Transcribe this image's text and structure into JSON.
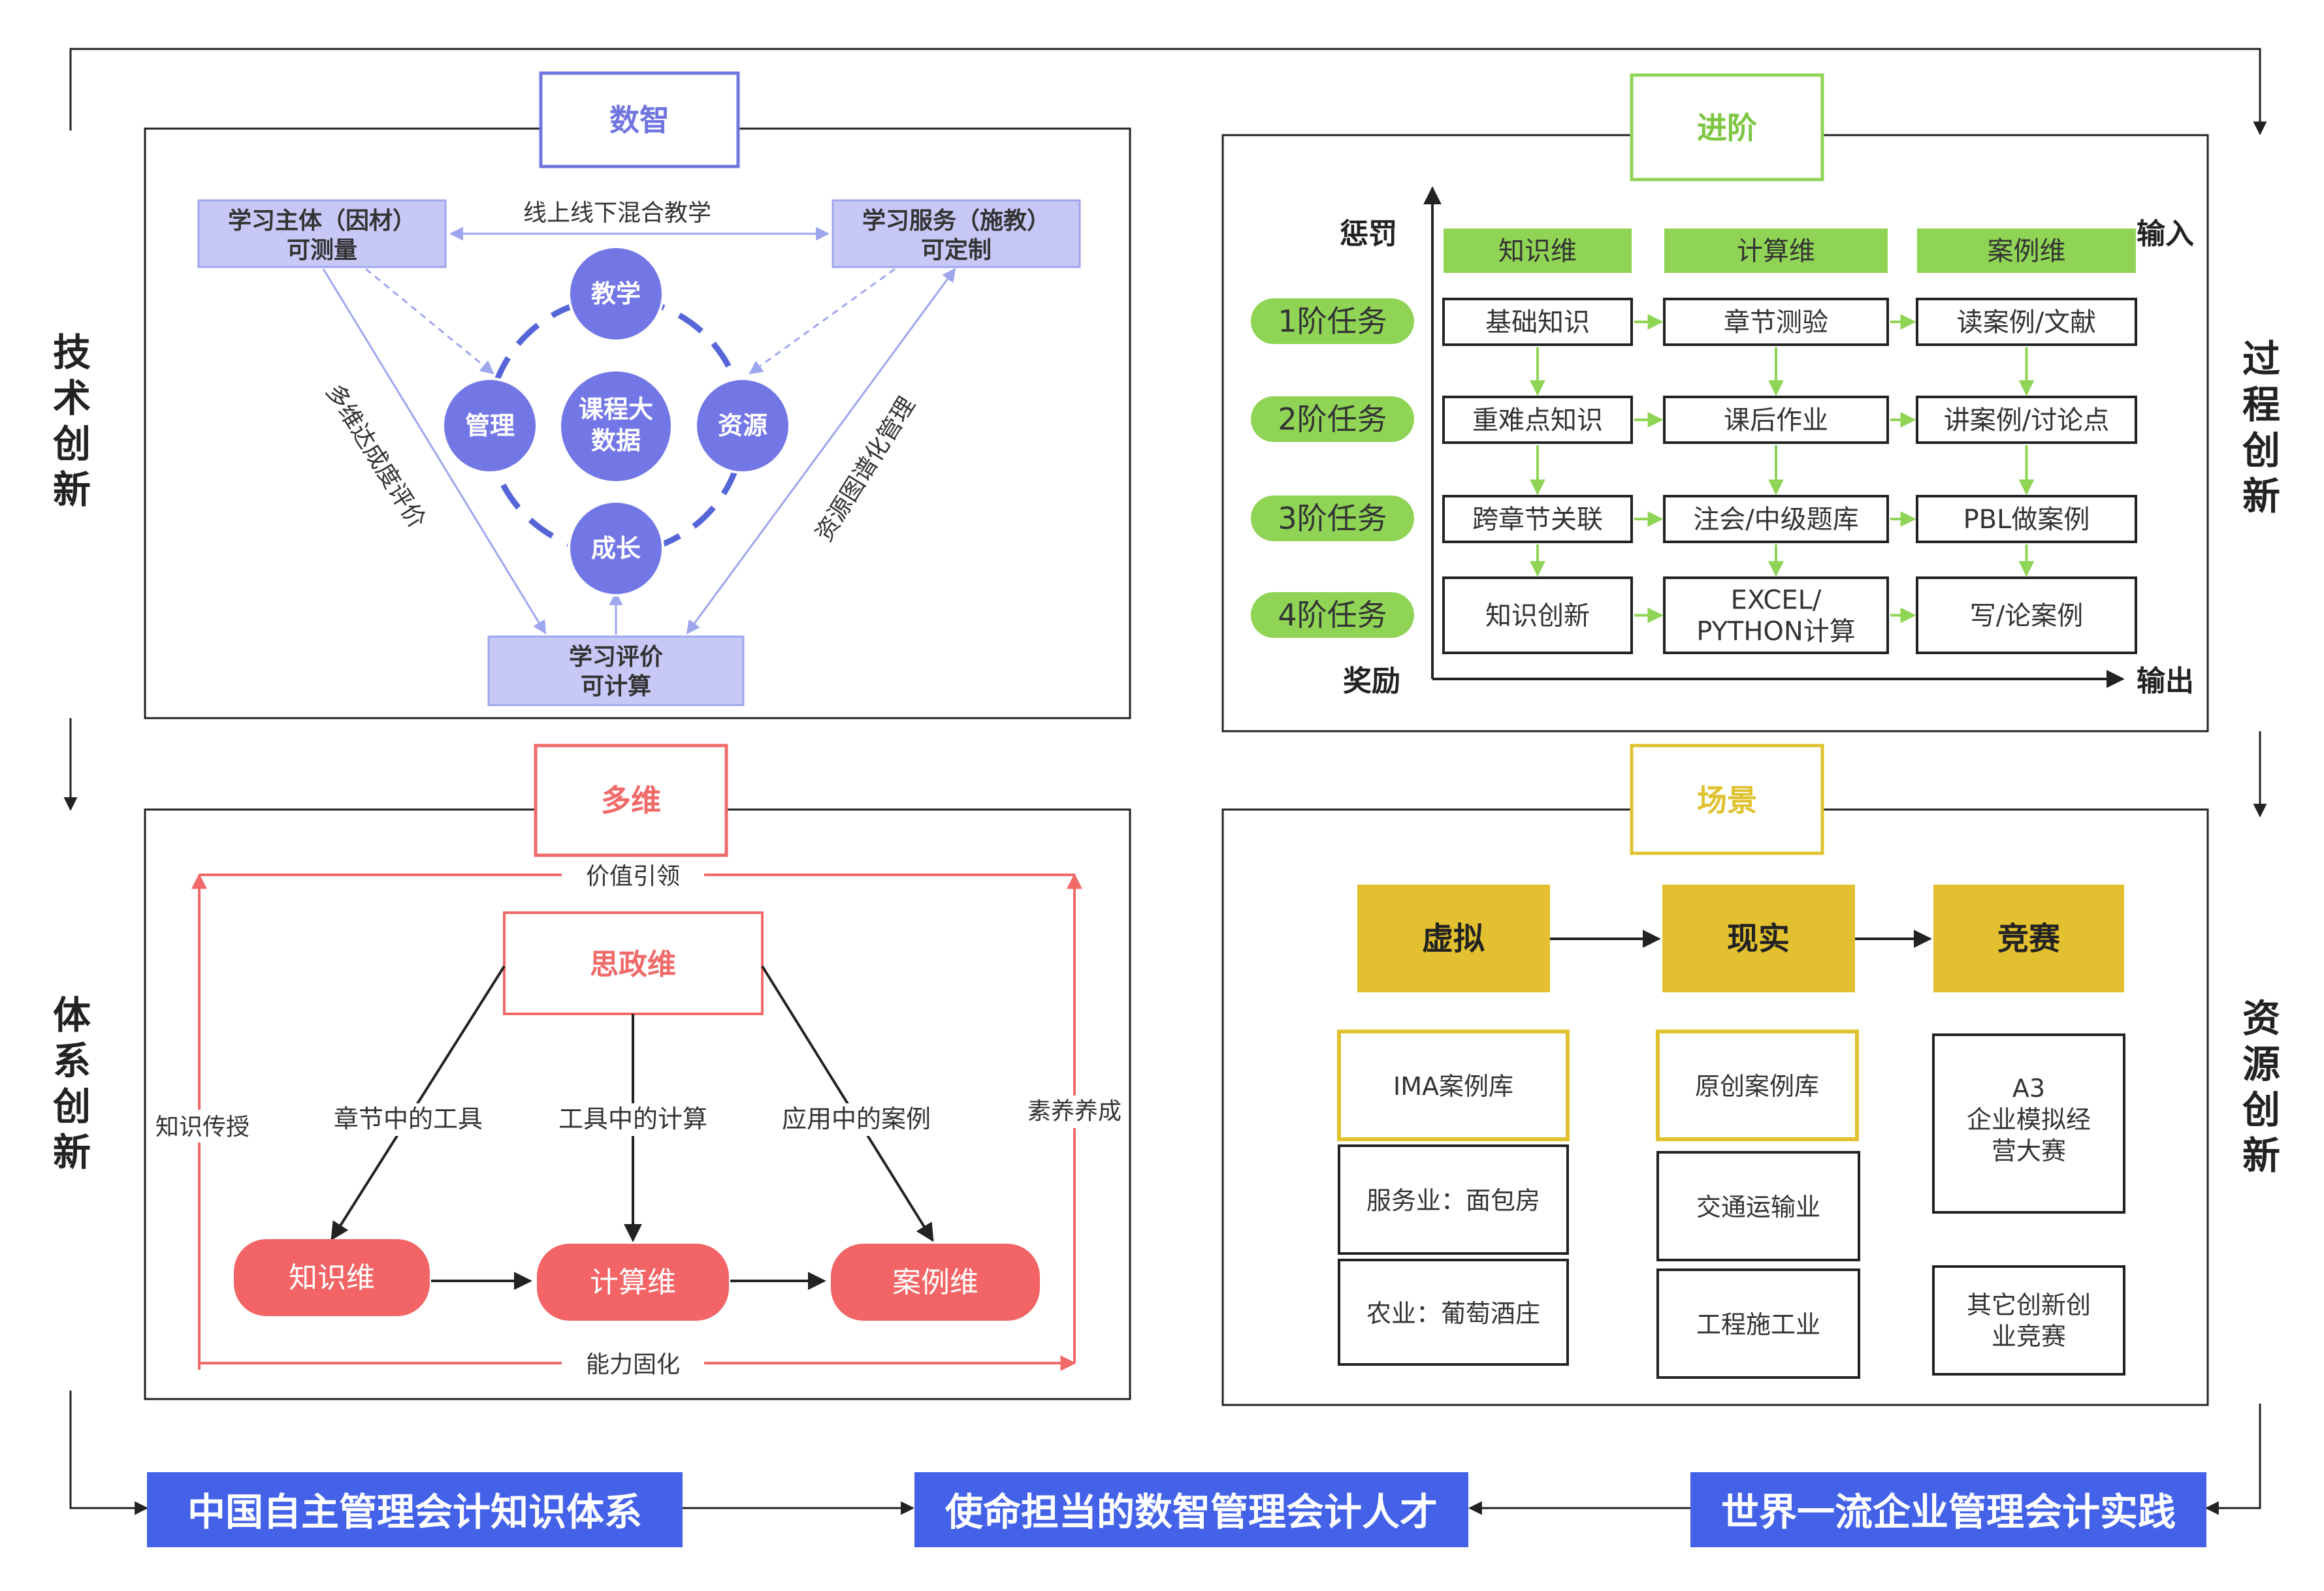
{
  "colors": {
    "blue_dark": "#5665d8",
    "blue_light": "#c7c8f6",
    "blue_text": "#7176df",
    "purple_circle": "#7377e6",
    "green": "#8fd455",
    "green_text": "#7dc642",
    "red": "#ef6a69",
    "red_pill": "#f26466",
    "yellow": "#e0c12f",
    "yellow_fill": "#e2c02f",
    "bottom_blue": "#4462e8"
  },
  "side_labels": {
    "left_top": "技术创新",
    "left_bottom": "体系创新",
    "right_top": "过程创新",
    "right_bottom": "资源创新"
  },
  "panel_shuzhi": {
    "title": "数智",
    "subject": [
      "学习主体（因材）",
      "可测量"
    ],
    "service": [
      "学习服务（施教）",
      "可定制"
    ],
    "evaluation": [
      "学习评价",
      "可计算"
    ],
    "mixed_teaching": "线上线下混合教学",
    "multi_eval": "多维达成度评价",
    "resource_mgmt": "资源图谱化管理",
    "circles": {
      "center": [
        "课程大",
        "数据"
      ],
      "top": "教学",
      "left": "管理",
      "right": "资源",
      "bottom": "成长"
    }
  },
  "panel_jinjie": {
    "title": "进阶",
    "axis_top_left": "惩罚",
    "axis_bottom_left": "奖励",
    "axis_top_right": "输入",
    "axis_bottom_right": "输出",
    "columns": [
      "知识维",
      "计算维",
      "案例维"
    ],
    "tasks": [
      "1阶任务",
      "2阶任务",
      "3阶任务",
      "4阶任务"
    ],
    "grid": [
      [
        "基础知识",
        "章节测验",
        "读案例/文献"
      ],
      [
        "重难点知识",
        "课后作业",
        "讲案例/讨论点"
      ],
      [
        "跨章节关联",
        "注会/中级题库",
        "PBL做案例"
      ],
      [
        "知识创新",
        "EXCEL/|PYTHON计算",
        "写/论案例"
      ]
    ]
  },
  "panel_duowei": {
    "title": "多维",
    "top_label": "价值引领",
    "bottom_label": "能力固化",
    "left_label": "知识传授",
    "right_label": "素养养成",
    "center": "思政维",
    "edge_labels": [
      "章节中的工具",
      "工具中的计算",
      "应用中的案例"
    ],
    "pills": [
      "知识维",
      "计算维",
      "案例维"
    ]
  },
  "panel_changjing": {
    "title": "场景",
    "stages": [
      "虚拟",
      "现实",
      "竞赛"
    ],
    "col1": [
      "IMA案例库",
      "服务业：面包房",
      "农业：葡萄酒庄"
    ],
    "col2": [
      "原创案例库",
      "交通运输业",
      "工程施工业"
    ],
    "col3": [
      "A3|企业模拟经|营大赛",
      "其它创新创|业竞赛"
    ]
  },
  "bottom": [
    "中国自主管理会计知识体系",
    "使命担当的数智管理会计人才",
    "世界一流企业管理会计实践"
  ]
}
